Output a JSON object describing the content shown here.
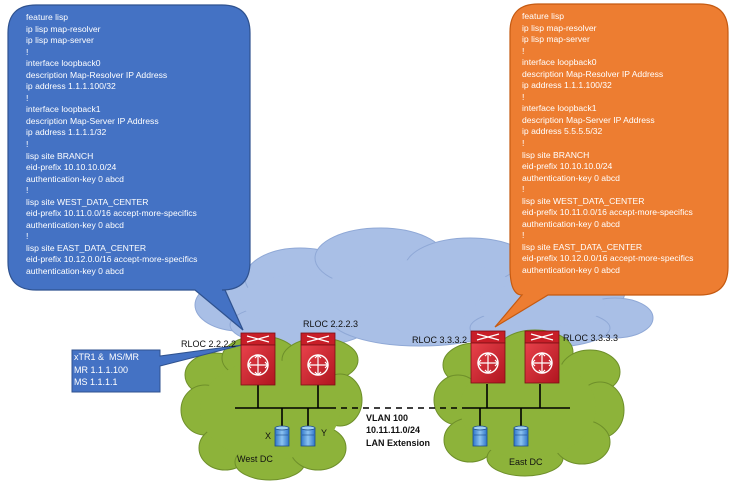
{
  "left_callout": {
    "lines": [
      "feature lisp",
      "ip lisp map-resolver",
      "ip lisp map-server",
      "!",
      "interface loopback0",
      "description Map-Resolver IP Address",
      "ip address 1.1.1.100/32",
      "!",
      "interface loopback1",
      "description Map-Server IP Address",
      "ip address 1.1.1.1/32",
      "!",
      "lisp site BRANCH",
      "eid-prefix 10.10.10.0/24",
      "authentication-key 0 abcd",
      "!",
      "lisp site WEST_DATA_CENTER",
      "eid-prefix 10.11.0.0/16 accept-more-specifics",
      "authentication-key 0 abcd",
      "!",
      "lisp site EAST_DATA_CENTER",
      "eid-prefix 10.12.0.0/16 accept-more-specifics",
      "authentication-key 0 abcd"
    ],
    "color": "#4472C4"
  },
  "right_callout": {
    "lines": [
      "feature lisp",
      "ip lisp map-resolver",
      "ip lisp map-server",
      "!",
      "interface loopback0",
      "description Map-Resolver IP Address",
      "ip address 1.1.1.100/32",
      "!",
      "interface loopback1",
      "description Map-Server IP Address",
      "ip address 5.5.5.5/32",
      "!",
      "lisp site BRANCH",
      "eid-prefix 10.10.10.0/24",
      "authentication-key 0 abcd",
      "!",
      "lisp site WEST_DATA_CENTER",
      "eid-prefix 10.11.0.0/16 accept-more-specifics",
      "authentication-key 0 abcd",
      "!",
      "lisp site EAST_DATA_CENTER",
      "eid-prefix 10.12.0.0/16 accept-more-specifics",
      "authentication-key 0 abcd"
    ],
    "color": "#ED7D31"
  },
  "xtr_callout": {
    "text": "xTR1 &  MS/MR\nMR 1.1.1.100\nMS 1.1.1.1",
    "color": "#4472C4"
  },
  "routers": {
    "r1_label": "RLOC 2.2.2.2",
    "r2_label": "RLOC 2.2.2.3",
    "r3_label": "RLOC 3.3.3.2",
    "r4_label": "RLOC 3.3.3.3",
    "color": "#D9232D"
  },
  "sites": {
    "west_label": "West DC",
    "east_label": "East DC",
    "cloud_color": "#8DB33A",
    "wan_color": "#A9BFE6"
  },
  "hosts": {
    "x_label": "X",
    "y_label": "Y"
  },
  "vlan": {
    "text": "VLAN 100\n10.11.11.0/24\nLAN Extension"
  }
}
